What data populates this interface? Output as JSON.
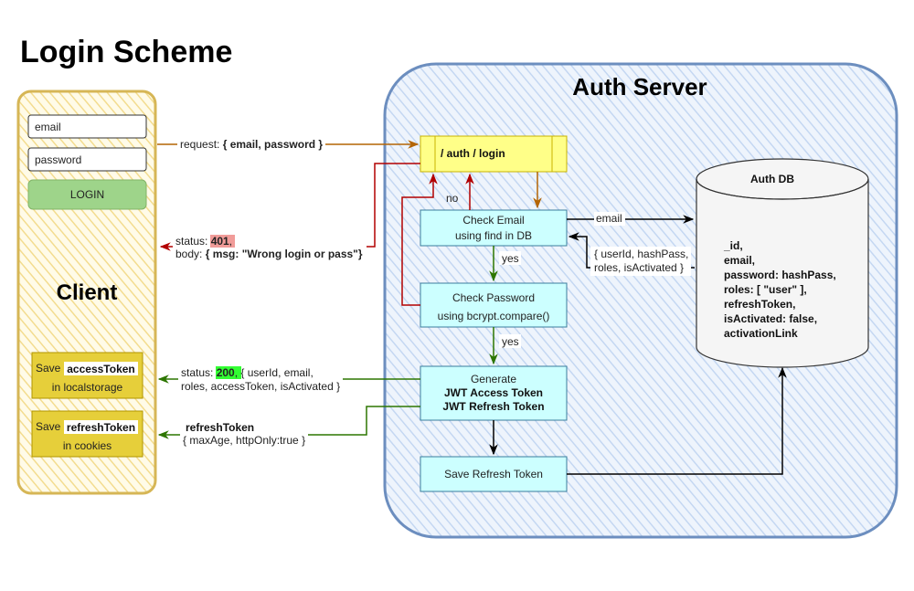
{
  "title": "Login Scheme",
  "server": {
    "title": "Auth Server",
    "route": "/ auth / login",
    "check_email": {
      "line1": "Check Email",
      "line2": "using find in DB"
    },
    "check_password": {
      "line1": "Check Password",
      "line2": "using bcrypt.compare()"
    },
    "generate": {
      "line1": "Generate",
      "line2": "JWT Access Token",
      "line3": "JWT Refresh Token"
    },
    "save_refresh": "Save Refresh Token",
    "db": {
      "title": "Auth DB",
      "fields": [
        "_id,",
        "email,",
        "password: hashPass,",
        "roles: [ \"user\" ],",
        "refreshToken,",
        "isActivated: false,",
        "activationLink"
      ]
    }
  },
  "client": {
    "title": "Client",
    "email_placeholder": "email",
    "password_placeholder": "password",
    "login_button": "LOGIN",
    "save_access": {
      "prefix": "Save",
      "token": "accessToken",
      "where": "in localstorage"
    },
    "save_refresh": {
      "prefix": "Save",
      "token": "refreshToken",
      "where": "in cookies"
    }
  },
  "edges": {
    "request": {
      "prefix": "request:",
      "body": "{ email, password }"
    },
    "error": {
      "status_label": "status:",
      "status_code": "401",
      "comma": ",",
      "body_label": "body:",
      "body": "{ msg: \"Wrong login or pass\"}"
    },
    "success": {
      "status_label": "status:",
      "status_code": "200",
      "rest1": ", { userId, email,",
      "rest2": "roles, accessToken, isActivated }"
    },
    "refresh": {
      "line1": "refreshToken",
      "line2": "{ maxAge, httpOnly:true }"
    },
    "email": "email",
    "db_result": {
      "line1": "{ userId, hashPass,",
      "line2": "roles, isActivated }"
    },
    "no": "no",
    "yes1": "yes",
    "yes2": "yes"
  },
  "colors": {
    "route_fill": "#ffff88",
    "route_stroke": "#c9b300",
    "process_fill": "#ccffff",
    "process_stroke": "#3a7c9c",
    "client_stroke": "#d6b656",
    "server_stroke": "#6c8ebf",
    "save_fill": "#e6cf3a",
    "login_fill": "#9ed48a",
    "orange": "#b46504",
    "red": "#b20000",
    "green": "#2d7600",
    "badge_red": "#f19c99",
    "badge_green": "#33ff33"
  }
}
